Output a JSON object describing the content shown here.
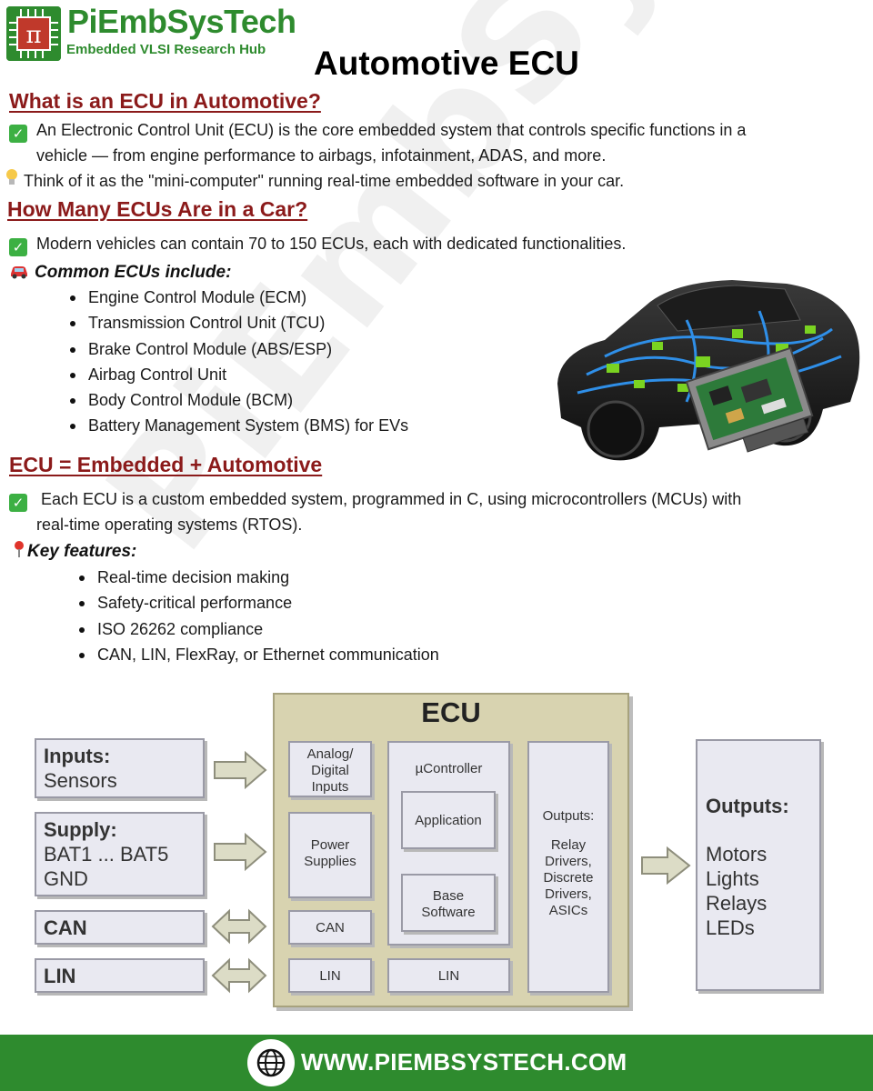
{
  "brand": {
    "name": "PiEmbSysTech",
    "tagline": "Embedded VLSI Research Hub",
    "logo_symbol": "π",
    "watermark": "PiEmbSysTech",
    "color": "#2e8b2e"
  },
  "title": "Automotive ECU",
  "section1": {
    "heading": "What is an ECU in Automotive?",
    "line1": "An Electronic Control Unit (ECU) is the core embedded system that controls specific functions in a",
    "line2": "vehicle — from engine performance to airbags, infotainment, ADAS, and more.",
    "tip": "Think of it as the \"mini-computer\" running real-time embedded software in your car."
  },
  "section2": {
    "heading": "How Many ECUs Are in a Car?",
    "line1": "Modern vehicles can contain 70 to 150 ECUs, each with dedicated functionalities.",
    "subheading": "Common ECUs include:",
    "items": [
      "Engine Control Module (ECM)",
      "Transmission Control Unit (TCU)",
      "Brake Control Module (ABS/ESP)",
      "Airbag Control Unit",
      "Body Control Module (BCM)",
      "Battery Management System (BMS) for EVs"
    ]
  },
  "section3": {
    "heading": "ECU = Embedded + Automotive",
    "line1": "Each ECU is a custom embedded system, programmed in C, using microcontrollers (MCUs) with",
    "line2": "real-time operating systems (RTOS).",
    "subheading": "Key features:",
    "items": [
      "Real-time decision making",
      "Safety-critical performance",
      "ISO 26262 compliance",
      "CAN, LIN, FlexRay, or Ethernet communication"
    ]
  },
  "diagram": {
    "ecu": "ECU",
    "inputs_title": "Inputs:",
    "inputs_value": "Sensors",
    "supply_title": "Supply:",
    "supply_line1": "BAT1 ... BAT5",
    "supply_line2": "GND",
    "can": "CAN",
    "lin": "LIN",
    "analog_l1": "Analog/",
    "analog_l2": "Digital",
    "analog_l3": "Inputs",
    "power_l1": "Power",
    "power_l2": "Supplies",
    "can_inner": "CAN",
    "lin_inner": "LIN",
    "uc": "µController",
    "application": "Application",
    "base_l1": "Base",
    "base_l2": "Software",
    "lin_mid": "LIN",
    "outputs_inner_title": "Outputs:",
    "outputs_inner_l1": "Relay",
    "outputs_inner_l2": "Drivers,",
    "outputs_inner_l3": "Discrete",
    "outputs_inner_l4": "Drivers,",
    "outputs_inner_l5": "ASICs",
    "outputs_title": "Outputs:",
    "outputs_l1": "Motors",
    "outputs_l2": "Lights",
    "outputs_l3": "Relays",
    "outputs_l4": "LEDs"
  },
  "footer": {
    "url": "WWW.PIEMBSYSTECH.COM",
    "icon": "globe-icon"
  }
}
